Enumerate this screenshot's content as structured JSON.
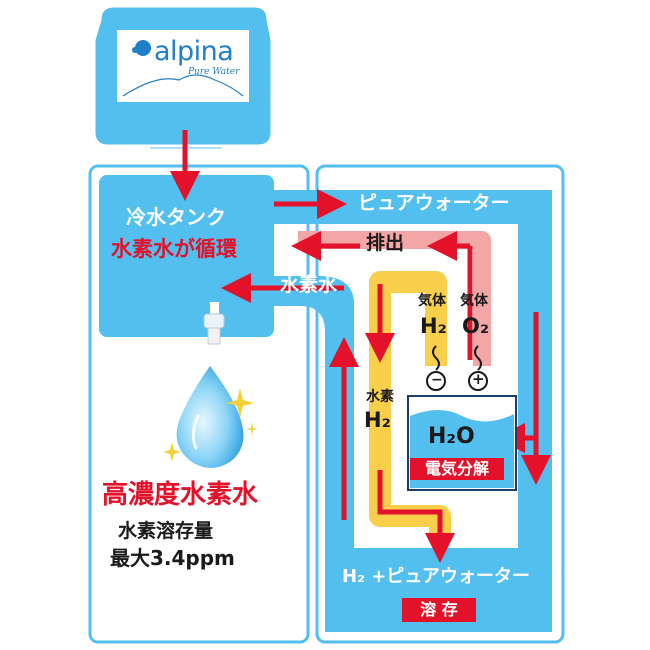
{
  "brand": {
    "name": "alpina",
    "tagline": "Pure Water"
  },
  "tank": {
    "title": "冷水タンク",
    "circulation": "水素水が循環"
  },
  "labels": {
    "pure_water": "ピュアウォーター",
    "exhaust": "排出",
    "hydrogen_water": "水素水",
    "gas_h2": "気体",
    "gas_o2": "気体",
    "h2_formula": "H₂",
    "o2_formula": "O₂",
    "minus": "−",
    "plus": "+",
    "hydrogen_label": "水素",
    "hydrogen_formula": "H₂",
    "water_formula": "H₂O",
    "electrolysis": "電気分解",
    "mix": "H₂ +ピュアウォーター",
    "dissolve": "溶 存"
  },
  "result": {
    "headline": "高濃度水素水",
    "amount_label": "水素溶存量",
    "amount_value": "最大3.4ppm"
  },
  "colors": {
    "tank_blue": "#52bfee",
    "arrow_red": "#e4112a",
    "exhaust_pink": "#f3a6a6",
    "hydrogen_yellow": "#f8cf4a",
    "electrolysis_blue": "#2f8fcf"
  }
}
